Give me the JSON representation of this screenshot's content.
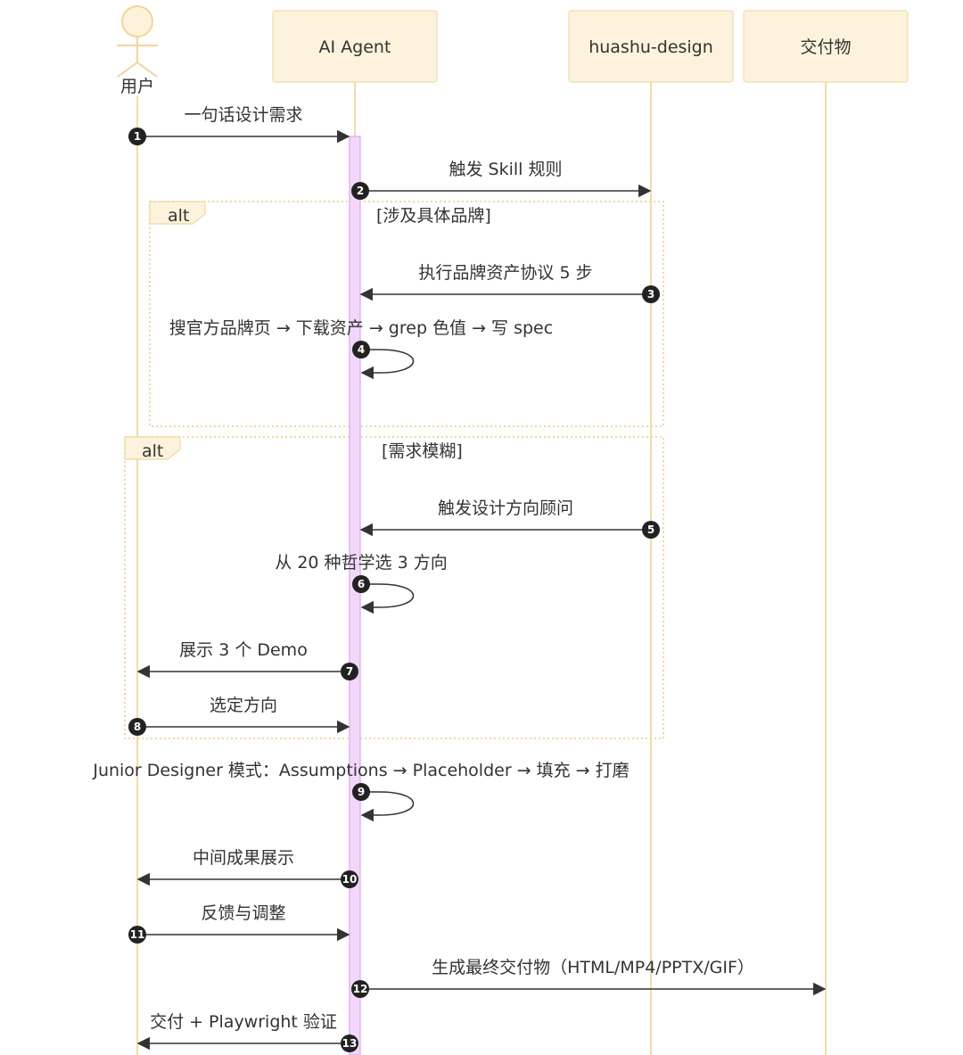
{
  "participants": [
    {
      "id": "user",
      "label": "用户",
      "kind": "actor"
    },
    {
      "id": "agent",
      "label": "AI Agent",
      "kind": "box"
    },
    {
      "id": "skill",
      "label": "huashu-design",
      "kind": "box"
    },
    {
      "id": "deliverable",
      "label": "交付物",
      "kind": "box"
    }
  ],
  "alt_blocks": [
    {
      "tag": "alt",
      "condition": "[涉及具体品牌]"
    },
    {
      "tag": "alt",
      "condition": "[需求模糊]"
    }
  ],
  "messages": [
    {
      "n": "1",
      "from": "user",
      "to": "agent",
      "label": "一句话设计需求"
    },
    {
      "n": "2",
      "from": "agent",
      "to": "skill",
      "label": "触发 Skill 规则"
    },
    {
      "n": "3",
      "from": "skill",
      "to": "agent",
      "label": "执行品牌资产协议 5 步"
    },
    {
      "n": "4",
      "from": "agent",
      "to": "agent",
      "label": "搜官方品牌页 → 下载资产 → grep 色值 → 写 spec"
    },
    {
      "n": "5",
      "from": "skill",
      "to": "agent",
      "label": "触发设计方向顾问"
    },
    {
      "n": "6",
      "from": "agent",
      "to": "agent",
      "label": "从 20 种哲学选 3 方向"
    },
    {
      "n": "7",
      "from": "agent",
      "to": "user",
      "label": "展示 3 个 Demo"
    },
    {
      "n": "8",
      "from": "user",
      "to": "agent",
      "label": "选定方向"
    },
    {
      "n": "9",
      "from": "agent",
      "to": "agent",
      "label": "Junior Designer 模式：Assumptions → Placeholder → 填充 → 打磨"
    },
    {
      "n": "10",
      "from": "agent",
      "to": "user",
      "label": "中间成果展示"
    },
    {
      "n": "11",
      "from": "user",
      "to": "agent",
      "label": "反馈与调整"
    },
    {
      "n": "12",
      "from": "agent",
      "to": "deliverable",
      "label": "生成最终交付物（HTML/MP4/PPTX/GIF）"
    },
    {
      "n": "13",
      "from": "agent",
      "to": "user",
      "label": "交付 + Playwright 验证"
    }
  ],
  "colors": {
    "participant_fill": "#fdf3dc",
    "lifeline": "#f2dcab",
    "activation": "#f3d7fb",
    "arrow": "#333333",
    "number_badge": "#222222"
  }
}
